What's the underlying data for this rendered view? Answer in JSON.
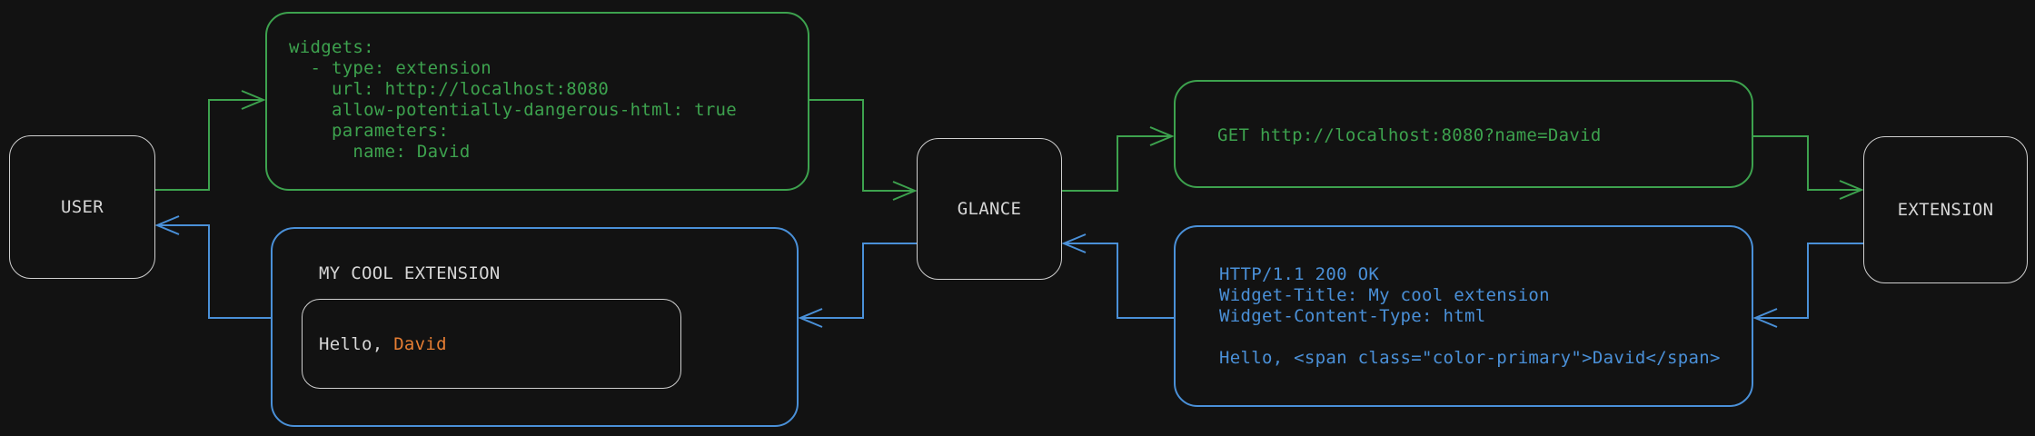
{
  "colors": {
    "background": "#121212",
    "green": "#3da24e",
    "blue": "#4a90d8",
    "orange": "#e67e33",
    "foreground": "#d6d6d6",
    "border-white": "#cfcfcf"
  },
  "nodes": {
    "user": {
      "label": "USER"
    },
    "glance": {
      "label": "GLANCE"
    },
    "extension": {
      "label": "EXTENSION"
    }
  },
  "messages": {
    "config": {
      "text": "widgets:\n  - type: extension\n    url: http://localhost:8080\n    allow-potentially-dangerous-html: true\n    parameters:\n      name: David"
    },
    "request": {
      "text": "GET http://localhost:8080?name=David"
    },
    "response": {
      "text": "HTTP/1.1 200 OK\nWidget-Title: My cool extension\nWidget-Content-Type: html\n\nHello, <span class=\"color-primary\">David</span>"
    },
    "widget_preview": {
      "title": "MY COOL EXTENSION",
      "greeting_prefix": "Hello, ",
      "greeting_name": "David"
    }
  }
}
